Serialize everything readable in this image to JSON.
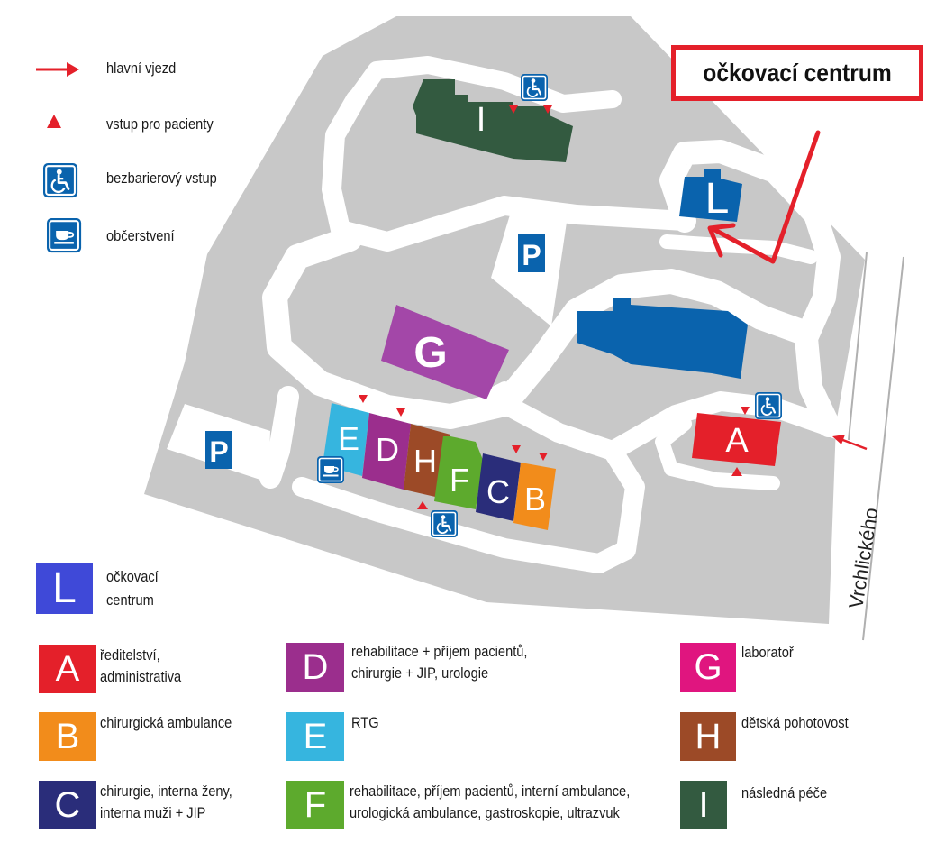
{
  "legend_top": {
    "main_entrance": "hlavní vjezd",
    "patient_entrance": "vstup pro pacienty",
    "barrier_free": "bezbarierový vstup",
    "refreshment": "občerstvení"
  },
  "callout": {
    "title": "očkovací centrum"
  },
  "map": {
    "street": "Vrchlického",
    "parking_label": "P",
    "buildings": {
      "I": "I",
      "L": "L",
      "G": "G",
      "A": "A",
      "E": "E",
      "D": "D",
      "H": "H",
      "F": "F",
      "C": "C",
      "B": "B"
    }
  },
  "legend": [
    {
      "letter": "L",
      "color": "#3f49d8",
      "lines": [
        "očkovací",
        "centrum"
      ]
    },
    {
      "letter": "A",
      "color": "#e4202a",
      "lines": [
        "ředitelství,",
        "administrativa"
      ]
    },
    {
      "letter": "B",
      "color": "#f28c1b",
      "lines": [
        "chirurgická ambulance"
      ]
    },
    {
      "letter": "C",
      "color": "#2a2d7a",
      "lines": [
        "chirurgie, interna ženy,",
        "interna muži + JIP"
      ]
    },
    {
      "letter": "D",
      "color": "#9b2e8d",
      "lines": [
        "rehabilitace + příjem pacientů,",
        "chirurgie + JIP, urologie"
      ]
    },
    {
      "letter": "E",
      "color": "#36b5df",
      "lines": [
        "RTG"
      ]
    },
    {
      "letter": "F",
      "color": "#5daa2d",
      "lines": [
        "rehabilitace, příjem pacientů, interní ambulance,",
        "urologická ambulance, gastroskopie, ultrazvuk"
      ]
    },
    {
      "letter": "G",
      "color": "#e0157f",
      "lines": [
        "laboratoř"
      ]
    },
    {
      "letter": "H",
      "color": "#9c4a27",
      "lines": [
        "dětská pohotovost"
      ]
    },
    {
      "letter": "I",
      "color": "#335a40",
      "lines": [
        "následná péče"
      ]
    }
  ],
  "colors": {
    "ground": "#c8c8c8",
    "road": "#ffffff",
    "accent_red": "#e4202a",
    "icon_blue": "#0a63ad",
    "vaccination_blue": "#0a63ad"
  }
}
